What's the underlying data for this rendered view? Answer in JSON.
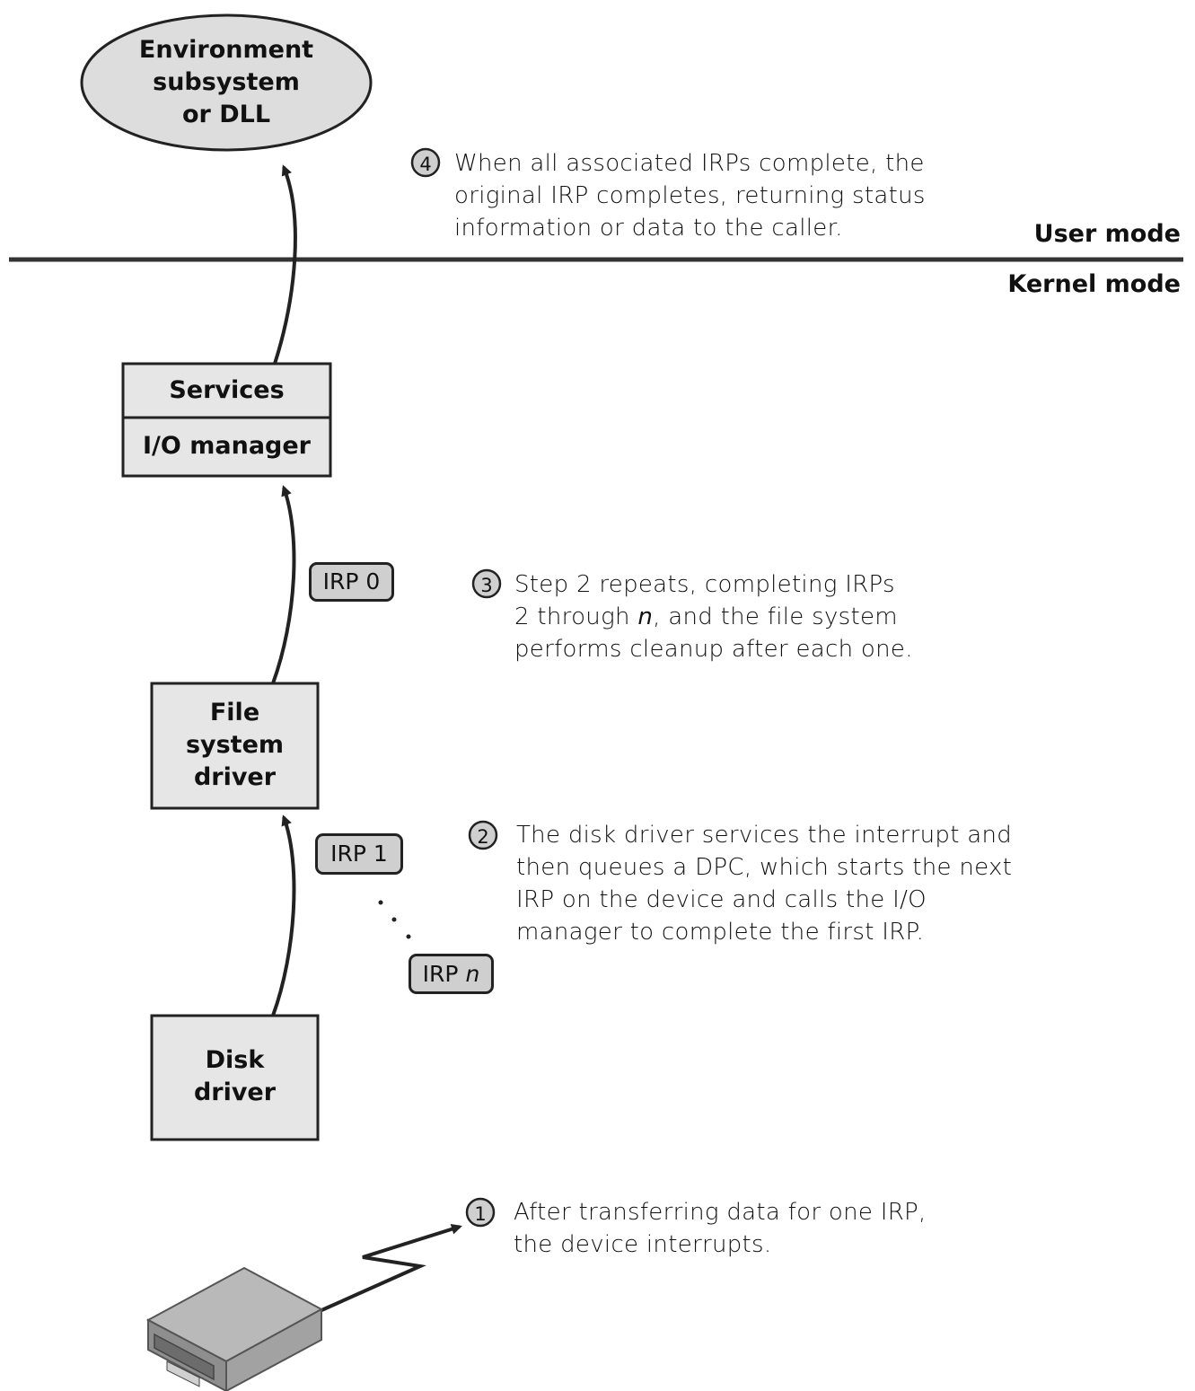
{
  "environment": {
    "line1": "Environment",
    "line2": "subsystem",
    "line3": "or DLL"
  },
  "modes": {
    "user": "User mode",
    "kernel": "Kernel mode"
  },
  "io_stack": {
    "services": "Services",
    "io_manager": "I/O manager"
  },
  "file_system_driver": {
    "line1": "File",
    "line2": "system",
    "line3": "driver"
  },
  "disk_driver": {
    "line1": "Disk",
    "line2": "driver"
  },
  "irps": {
    "irp0": "IRP 0",
    "irp1": "IRP 1",
    "irpn_prefix": "IRP",
    "irpn_var": "n"
  },
  "steps": [
    {
      "number": "1",
      "lines": [
        "After transferring data for one IRP,",
        "the device interrupts."
      ]
    },
    {
      "number": "2",
      "lines": [
        "The disk driver services the interrupt and",
        "then queues a DPC, which starts the next",
        "IRP on the device and calls the I/O",
        "manager to complete the first IRP."
      ]
    },
    {
      "number": "3",
      "line1": "Step 2 repeats, completing IRPs",
      "line2_pre": "2 through ",
      "line2_var": "n",
      "line2_post": ", and the file system",
      "line3": "performs cleanup after each one."
    },
    {
      "number": "4",
      "lines": [
        "When all  associated IRPs complete, the",
        "original IRP completes, returning status",
        "information or data to the caller."
      ]
    }
  ],
  "colors": {
    "box_fill": "#e6e6e6",
    "ellipse_fill": "#dddddd",
    "irp_fill": "#cfcfcf",
    "stroke": "#222222"
  }
}
